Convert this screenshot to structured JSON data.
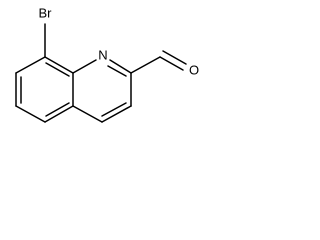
{
  "molecule": {
    "atoms": {
      "bromine": "Br",
      "ring_nitrogen": "N",
      "aldehyde_oxygen": "O"
    },
    "colors": {
      "bond": "#000000",
      "label": "#000000",
      "background": "#ffffff"
    }
  }
}
